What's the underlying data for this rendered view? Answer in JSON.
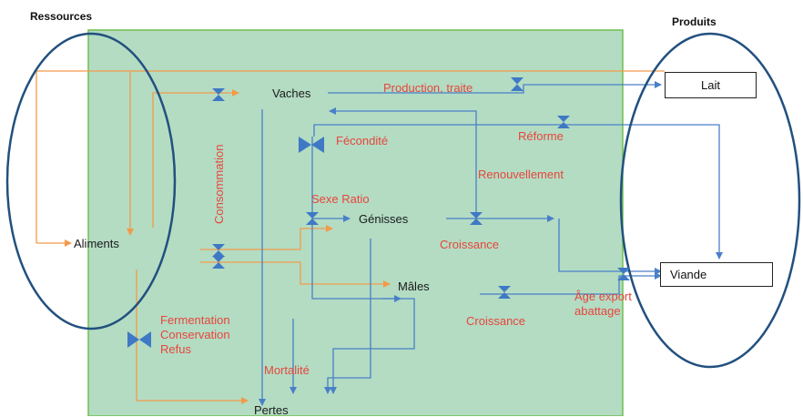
{
  "headers": {
    "resources": "Ressources",
    "products": "Produits"
  },
  "nodes": {
    "aliments": "Aliments",
    "vaches": "Vaches",
    "genisses": "Génisses",
    "males": "Mâles",
    "pertes": "Pertes",
    "lait": "Lait",
    "viande": "Viande"
  },
  "flows": {
    "production_traite": "Production, traite",
    "fecondite": "Fécondité",
    "reforme": "Réforme",
    "renouvellement": "Renouvellement",
    "sexe_ratio": "Sexe Ratio",
    "consommation": "Consommation",
    "croissance_1": "Croissance",
    "croissance_2": "Croissance",
    "age_export_1": "Âge export",
    "age_export_2": "abattage",
    "fermentation": "Fermentation",
    "conservation": "Conservation",
    "refus": "Refus",
    "mortalite": "Mortalité"
  },
  "colors": {
    "system_fill": "#b3dcc3",
    "system_border": "#6fbf4f",
    "feed_flow": "#f39a4a",
    "animal_flow": "#4a7fc8",
    "valve": "#3f78c4",
    "ellipse": "#22507f",
    "flow_label": "#e8453c"
  },
  "icons": [
    "valve-icon",
    "arrowhead-icon"
  ]
}
